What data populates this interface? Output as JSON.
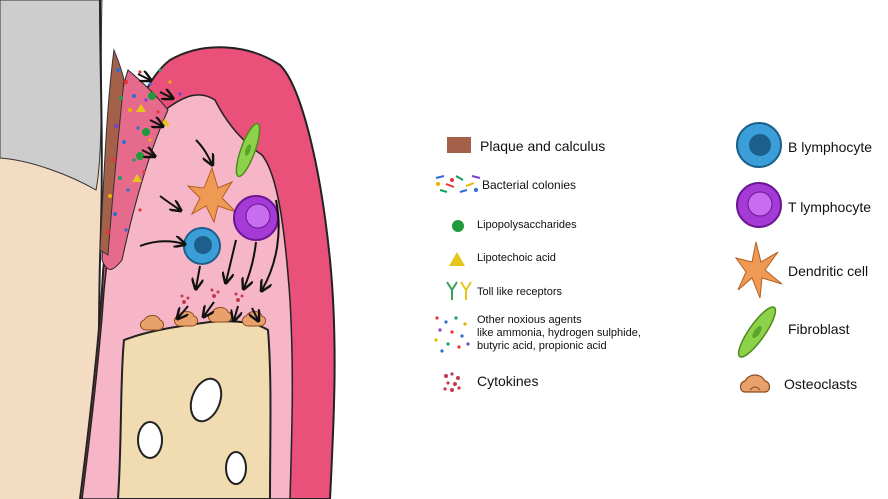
{
  "legend": {
    "left": [
      {
        "icon": "plaque-icon",
        "label": "Plaque and calculus"
      },
      {
        "icon": "bacterial-colonies-icon",
        "label": "Bacterial colonies"
      },
      {
        "icon": "lipopolysaccharide-icon",
        "label": "Lipopolysaccharides"
      },
      {
        "icon": "lipotechoic-acid-icon",
        "label": "Lipotechoic acid"
      },
      {
        "icon": "toll-like-receptor-icon",
        "label": "Toll like receptors"
      },
      {
        "icon": "noxious-agents-icon",
        "label": "Other noxious agents",
        "label_line2": "like ammonia, hydrogen sulphide,",
        "label_line3": "butyric acid, propionic acid"
      },
      {
        "icon": "cytokines-icon",
        "label": "Cytokines"
      }
    ],
    "right": [
      {
        "icon": "b-lymphocyte-icon",
        "label": "B lymphocyte"
      },
      {
        "icon": "t-lymphocyte-icon",
        "label": "T lymphocyte"
      },
      {
        "icon": "dendritic-cell-icon",
        "label": "Dendritic cell"
      },
      {
        "icon": "fibroblast-icon",
        "label": "Fibroblast"
      },
      {
        "icon": "osteoclast-icon",
        "label": "Osteoclasts"
      }
    ]
  },
  "colors": {
    "gingiva_outer": "#e9507a",
    "gingiva_inner": "#f6b6c8",
    "tooth_root": "#f3dcc1",
    "enamel": "#cfcfcf",
    "bone": "#f0dcb0",
    "plaque": "#a5604a",
    "b_lymphocyte": "#3c9ed8",
    "t_lymphocyte": "#a53ad6",
    "dendritic": "#ee9a55",
    "fibroblast": "#8ed14a",
    "osteoclast": "#e8a16a",
    "lps": "#1f9a3c",
    "lta": "#e6c61b"
  }
}
